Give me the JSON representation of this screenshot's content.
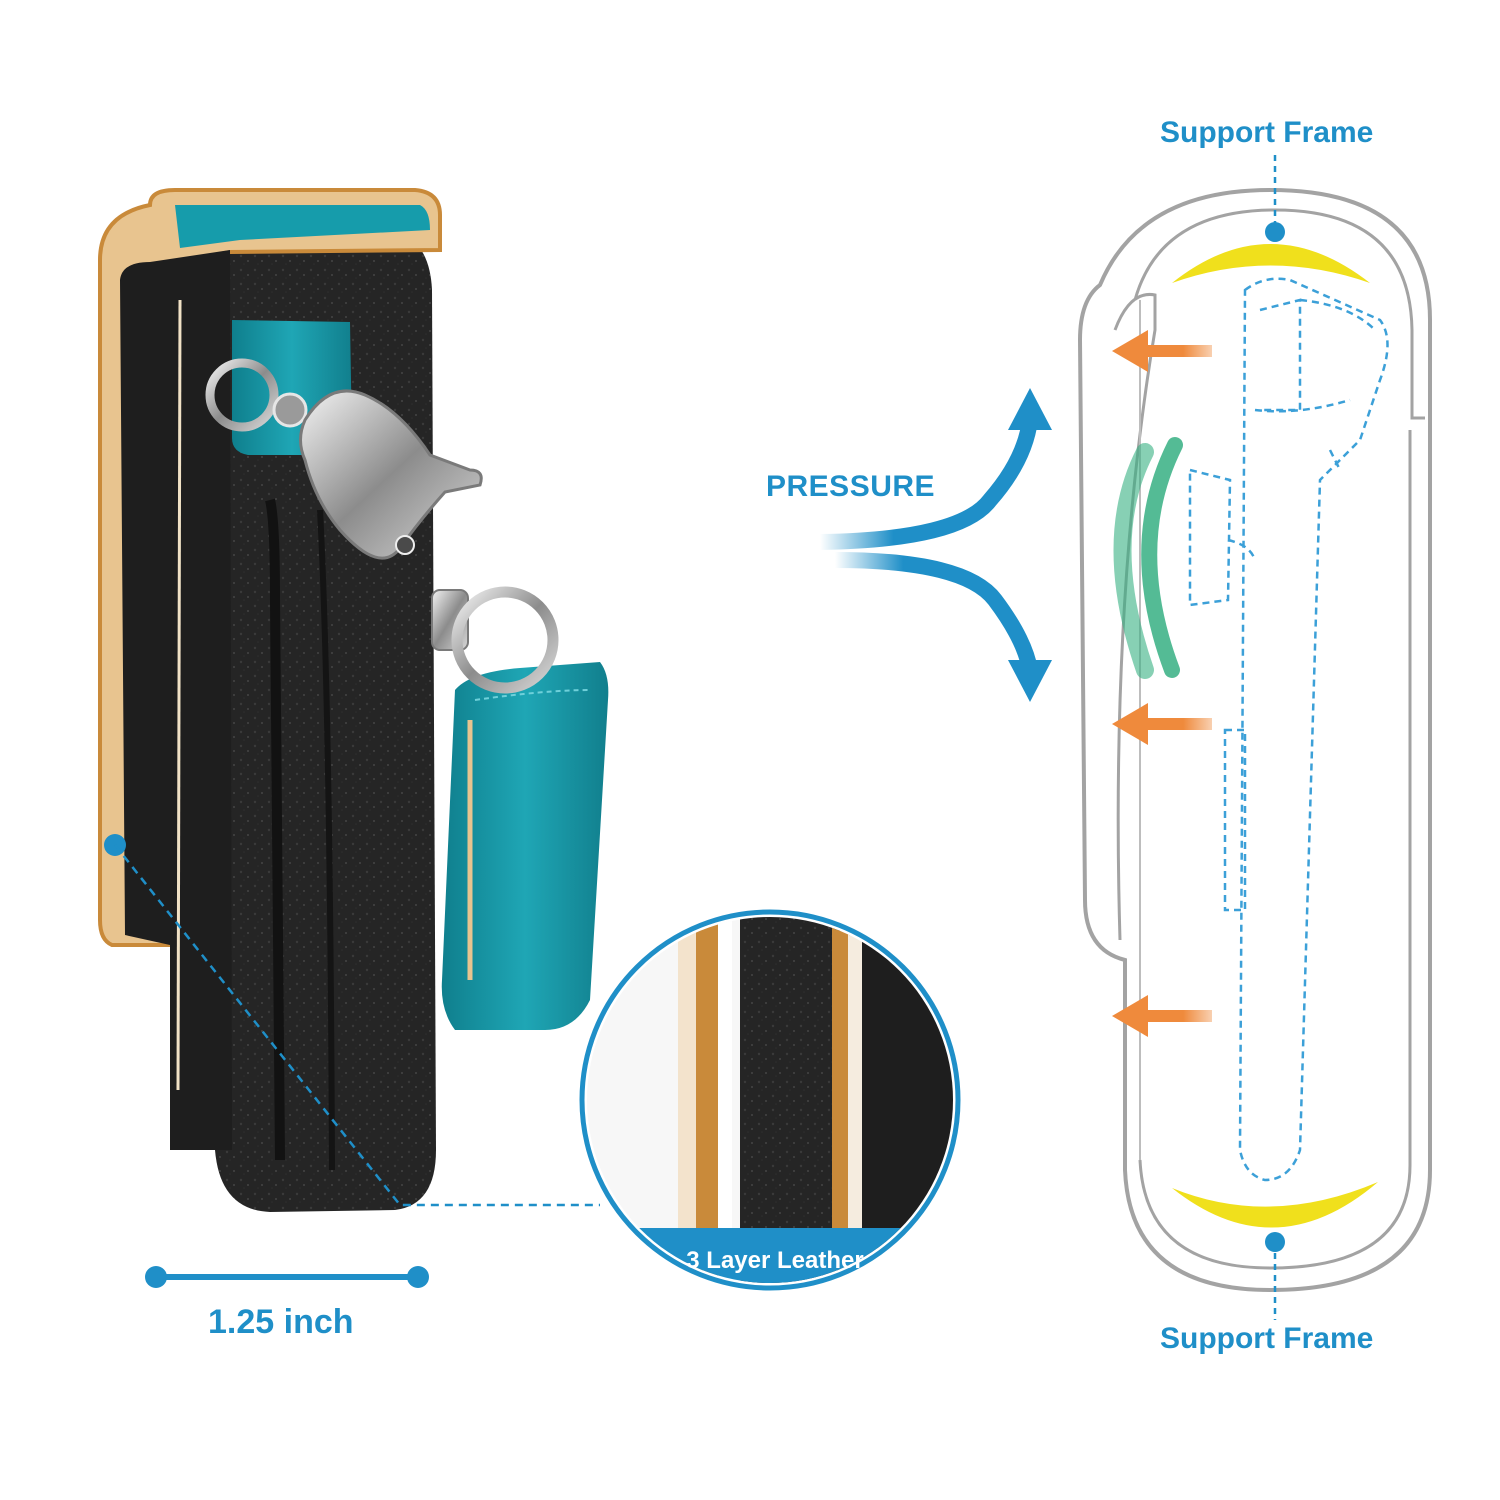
{
  "labels": {
    "support_frame_top": "Support Frame",
    "support_frame_bottom": "Support Frame",
    "pressure": "PRESSURE",
    "width_dimension": "1.25 inch",
    "layer_callout": "3 Layer Leather"
  },
  "colors": {
    "accent_blue": "#1f8fc8",
    "felt_black": "#1e1e1e",
    "leather_teal": "#169cab",
    "leather_tan": "#c98a3a",
    "frame_yellow": "#f0e01c",
    "arrow_orange": "#ef8a3c",
    "outline_gray": "#a3a3a3",
    "sketch_blue": "#3ca0d8",
    "cushion_green": "#37b083"
  },
  "icons": [
    "carabiner-clip-icon",
    "split-ring-icon",
    "pressure-arrow-icon",
    "inward-arrow-icon"
  ]
}
